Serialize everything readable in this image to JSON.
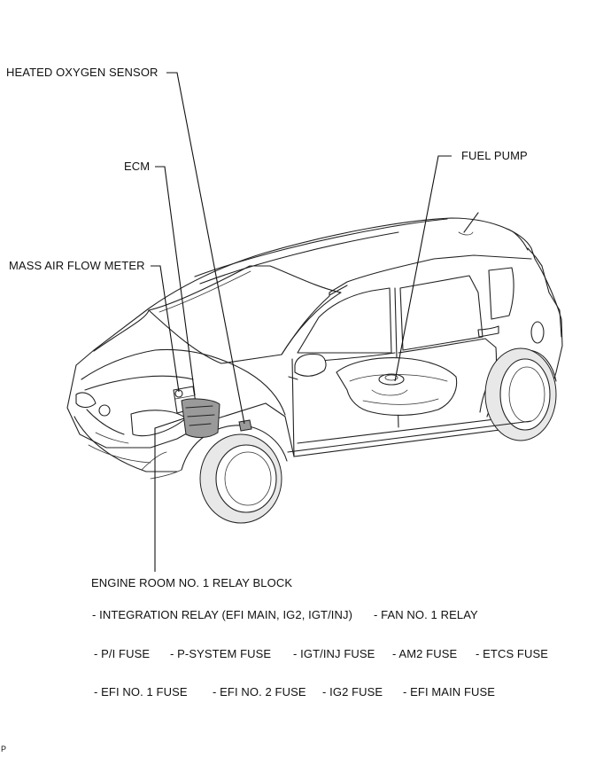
{
  "labels": {
    "heated_oxygen_sensor": "HEATED OXYGEN SENSOR",
    "ecm": "ECM",
    "mass_air_flow_meter": "MASS AIR FLOW METER",
    "fuel_pump": "FUEL PUMP",
    "engine_room_relay_block": "ENGINE ROOM NO. 1 RELAY BLOCK"
  },
  "relay_block_items": {
    "row1": [
      "- INTEGRATION RELAY (EFI MAIN, IG2, IGT/INJ)",
      "- FAN NO. 1 RELAY"
    ],
    "row2": [
      "- P/I FUSE",
      "- P-SYSTEM FUSE",
      "- IGT/INJ FUSE",
      "- AM2 FUSE",
      "- ETCS FUSE"
    ],
    "row3": [
      "- EFI NO. 1 FUSE",
      "- EFI NO. 2 FUSE",
      "- IG2 FUSE",
      "- EFI MAIN FUSE"
    ]
  },
  "corner_mark": "P",
  "icons": [
    "car-illustration",
    "leader-line"
  ]
}
